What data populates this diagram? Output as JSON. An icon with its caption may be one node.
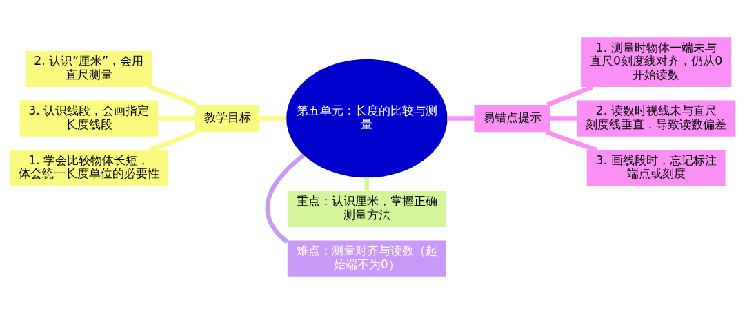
{
  "diagram": {
    "nodes": [
      {
        "text": [
          "第五单元：长度的比较与测量"
        ]
      },
      {
        "text": [
          "教学目标"
        ]
      },
      {
        "text": [
          "2. 认识“厘米”，会用直尺测量"
        ]
      },
      {
        "text": [
          "3. 认识线段，会画指定长度线段"
        ]
      },
      {
        "text": [
          "1. 学会比较物体长短，体会统一长度单位的必要性"
        ]
      },
      {
        "text": [
          "难点：测量对齐与读数（起始端不为0）"
        ]
      },
      {
        "text": [
          "重点：认识厘米，掌握正确测量方法"
        ]
      },
      {
        "text": [
          "易错点提示"
        ]
      },
      {
        "text": [
          "1. 测量时物体一端未与直尺0刻度线对齐，仍从0开始读数"
        ]
      },
      {
        "text": [
          "2. 读数时视线未与直尺刻度线垂直，导致读数偏差"
        ]
      },
      {
        "text": [
          "3. 画线段时，忘记标注端点或刻度"
        ]
      }
    ],
    "edges": [
      {
        "from": 0,
        "to": 1,
        "arrow": "none",
        "color": "#fafa80"
      },
      {
        "from": 1,
        "to": 2,
        "arrow": "none",
        "color": "#fafa80"
      },
      {
        "from": 1,
        "to": 3,
        "arrow": "none",
        "color": "#fafa80"
      },
      {
        "from": 1,
        "to": 4,
        "arrow": "none",
        "color": "#fafa80"
      },
      {
        "from": 0,
        "to": 5,
        "arrow": "none",
        "color": "#c89af7"
      },
      {
        "from": 0,
        "to": 6,
        "arrow": "none",
        "color": "#d4f59a"
      },
      {
        "from": 0,
        "to": 7,
        "arrow": "none",
        "color": "#fa8ff5"
      },
      {
        "from": 7,
        "to": 8,
        "arrow": "none",
        "color": "#fa8ff5"
      },
      {
        "from": 7,
        "to": 9,
        "arrow": "none",
        "color": "#fa8ff5"
      },
      {
        "from": 7,
        "to": 10,
        "arrow": "none",
        "color": "#fa8ff5"
      }
    ]
  }
}
